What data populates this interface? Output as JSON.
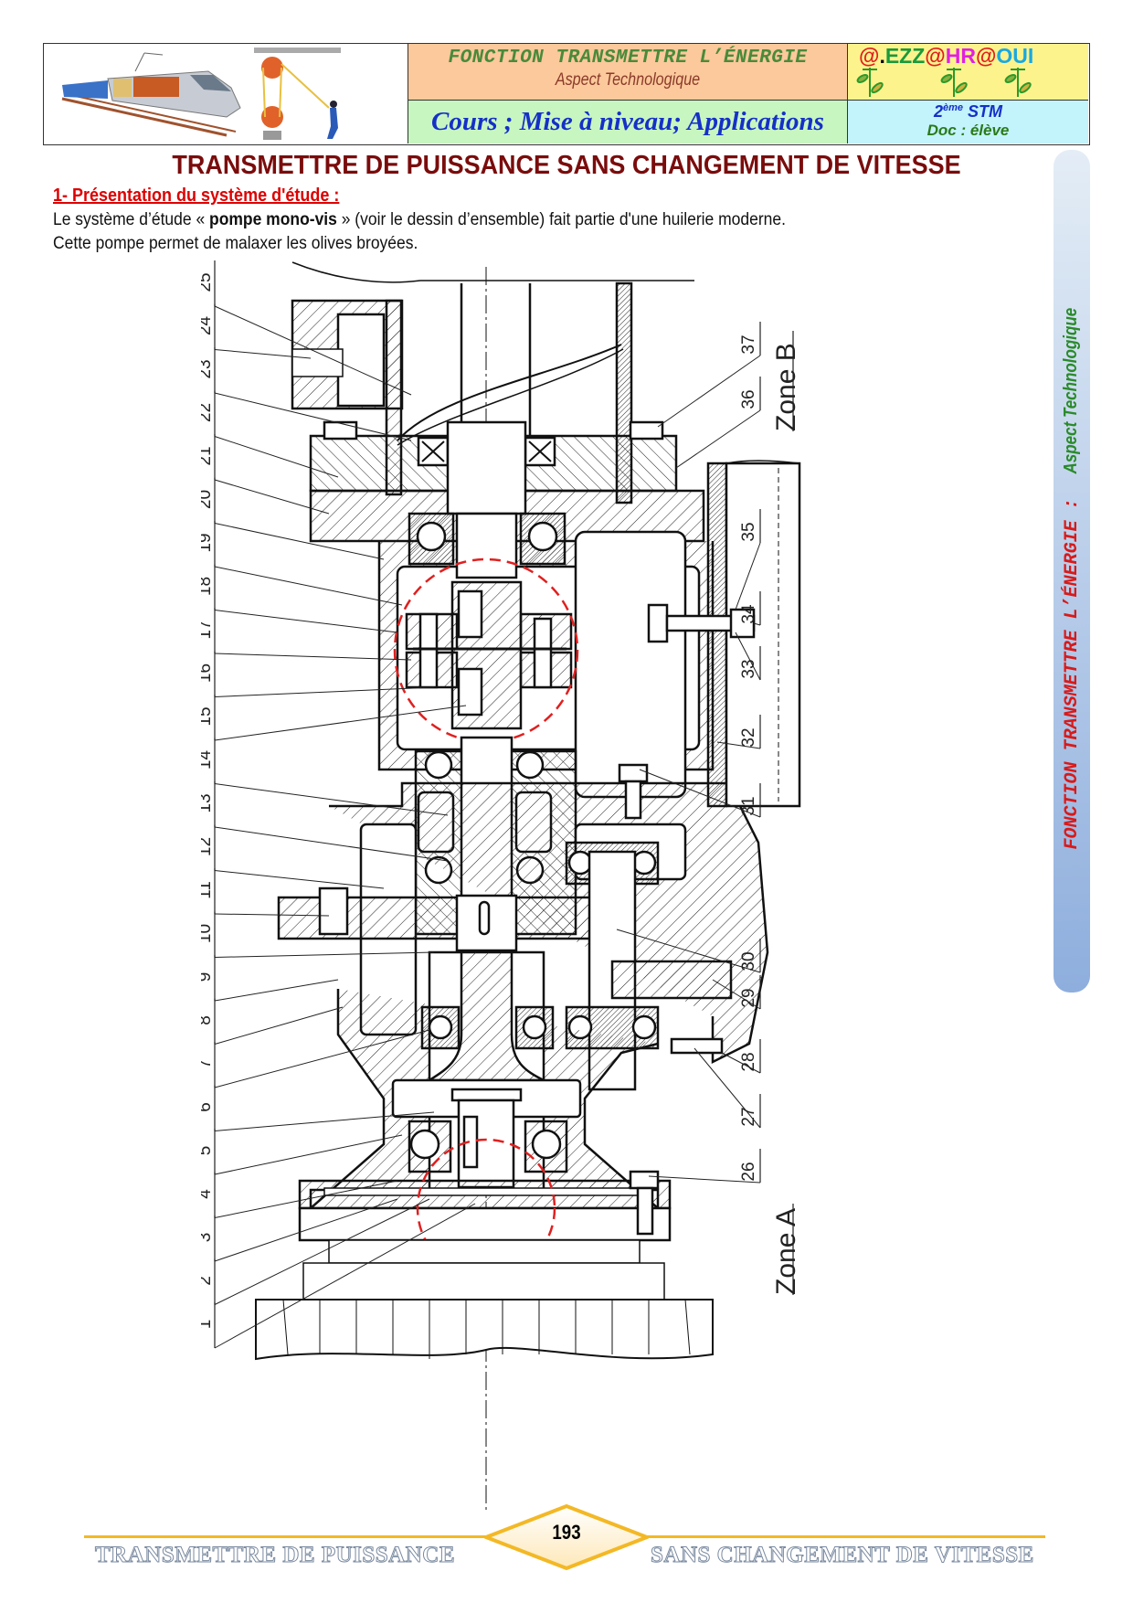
{
  "header": {
    "images": [
      "tgv-train-illustration",
      "pulley-hoist-illustration"
    ],
    "title_line1": "FONCTION TRANSMETTRE L’ÉNERGIE",
    "title_line2": "Aspect Technologique",
    "logo_text": "@.EZZ@HR@OUI",
    "logo_colors": {
      "at": "#e02020",
      "ezz": "#1a9a3a",
      "hr": "#e020e0",
      "oui": "#1aa8e0"
    },
    "course": "Cours ; Mise à niveau; Applications",
    "level_num": "2",
    "level_sup": "ème",
    "level_name": "STM",
    "doc_type": "Doc : élève"
  },
  "sidebar": {
    "text_main": "FONCTION TRANSMETTRE L’ÉNERGIE :",
    "text_sub": "Aspect Technologique"
  },
  "main_title": "TRANSMETTRE DE PUISSANCE SANS CHANGEMENT DE VITESSE",
  "section": {
    "title": "1- Présentation du système d'étude :",
    "para1_before": "Le système d’étude « ",
    "para1_bold": "pompe mono-vis",
    "para1_after": " » (voir le dessin d’ensemble) fait partie d'une huilerie moderne.",
    "para2": "Cette pompe permet de malaxer les olives broyées."
  },
  "drawing": {
    "left_labels": [
      "25",
      "24",
      "23",
      "22",
      "21",
      "20",
      "19",
      "18",
      "17",
      "16",
      "15",
      "14",
      "13",
      "12",
      "11",
      "10",
      "9",
      "8",
      "7",
      "6",
      "5",
      "4",
      "3",
      "2",
      "1"
    ],
    "right_labels": [
      "37",
      "36",
      "35",
      "34",
      "33",
      "32",
      "31",
      "30",
      "29",
      "28",
      "27",
      "26"
    ],
    "zone_a": "Zone A",
    "zone_b": "Zone B",
    "highlight_color": "#e02020"
  },
  "footer": {
    "left": "TRANSMETTRE DE PUISSANCE",
    "page": "193",
    "right": "SANS CHANGEMENT DE VITESSE",
    "accent": "#f3b825"
  }
}
